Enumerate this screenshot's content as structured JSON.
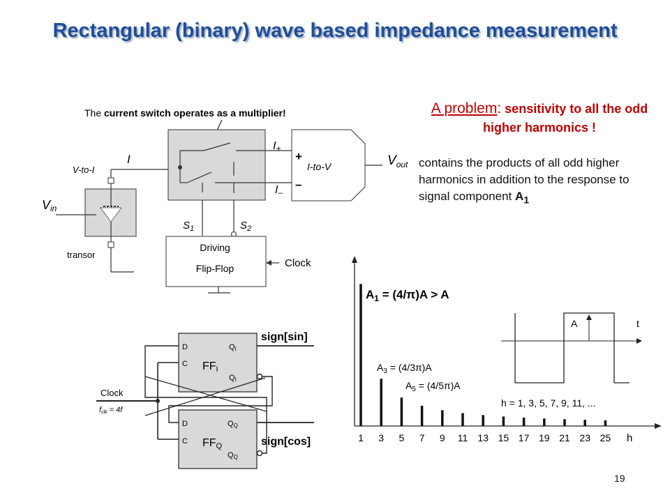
{
  "title": "Rectangular (binary) wave based impedance measurement",
  "problem": {
    "lead": "A problem",
    "colon": ":",
    "rest": " sensitivity to all the odd higher harmonics !"
  },
  "contains_text": "contains the products of all odd higher harmonics  in addition to the response to signal component ",
  "contains_sym": "A",
  "contains_sub": "1",
  "circuit": {
    "multiplier_note_pre": "The ",
    "multiplier_note_bold": "current switch operates as a multiplier!",
    "label_I": "I",
    "label_vtoi": "V-to-I",
    "label_vin": "V",
    "label_vin_sub": "in",
    "label_transor": "transor",
    "label_iplus": "I",
    "label_iplus_sub": "+",
    "label_iminus": "I",
    "label_iminus_sub": "–",
    "label_plus": "+",
    "label_minus": "–",
    "label_itov": "I-to-V",
    "label_vout": "V",
    "label_vout_sub": "out",
    "label_s1": "S",
    "label_s1_sub": "1",
    "label_s2": "S",
    "label_s2_sub": "2",
    "driving_line1": "Driving",
    "driving_line2": "Flip-Flop",
    "label_clock": "Clock"
  },
  "flipflop": {
    "ff1_d": "D",
    "ff1_c": "C",
    "ff1_name": "FF",
    "ff1_sub": "I",
    "ff1_q": "Q",
    "ff1_q_sub": "I",
    "ff1_qbar": "Q",
    "ff1_qbar_sub": "I",
    "ff2_d": "D",
    "ff2_c": "C",
    "ff2_name": "FF",
    "ff2_sub": "Q",
    "ff2_q": "Q",
    "ff2_q_sub": "Q",
    "ff2_qbar": "Q",
    "ff2_qbar_sub": "Q",
    "out_sin": "sign[sin]",
    "out_cos": "sign[cos]",
    "clock_label": "Clock",
    "fclk_label": "f",
    "fclk_sub": "clk",
    "fclk_rest": " = 4f"
  },
  "spectrum": {
    "a1_pre": "A",
    "a1_sub": "1",
    "a1_post": " = (4/π)A  >  A",
    "a3_pre": "A",
    "a3_sub": "3",
    "a3_post": " = (4/3π)A",
    "a5_pre": "A",
    "a5_sub": "5",
    "a5_post": " = (4/5π)A",
    "h_series": "h = 1, 3, 5, 7, 9, 11, ...",
    "h_label": "h",
    "wave_A": "A",
    "wave_t": "t"
  },
  "chart_data": {
    "type": "bar",
    "categories": [
      "1",
      "3",
      "5",
      "7",
      "9",
      "11",
      "13",
      "15",
      "17",
      "19",
      "21",
      "23",
      "25"
    ],
    "values": [
      1,
      0.3333,
      0.2,
      0.1429,
      0.1111,
      0.0909,
      0.0769,
      0.0667,
      0.0588,
      0.0526,
      0.0476,
      0.0435,
      0.04
    ],
    "xlabel": "h",
    "ylabel": "",
    "ylim": [
      0,
      1.05
    ],
    "grid": false
  },
  "page_number": "19"
}
